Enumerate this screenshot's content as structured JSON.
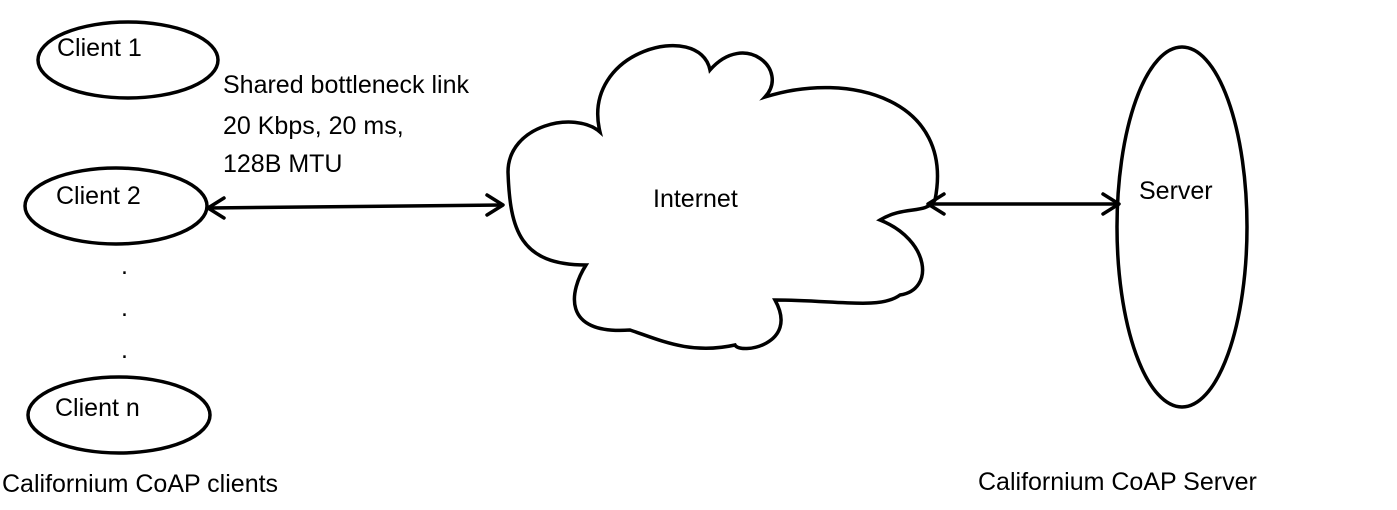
{
  "clients": [
    {
      "label": "Client 1"
    },
    {
      "label": "Client 2"
    },
    {
      "label": "Client n"
    }
  ],
  "ellipsis": [
    ".",
    ".",
    "."
  ],
  "link_label": {
    "lines": [
      "Shared bottleneck link",
      "20 Kbps, 20 ms,",
      "128B MTU"
    ]
  },
  "cloud": {
    "label": "Internet"
  },
  "server": {
    "label": "Server"
  },
  "captions": {
    "clients": "Californium CoAP clients",
    "server": "Californium CoAP Server"
  }
}
